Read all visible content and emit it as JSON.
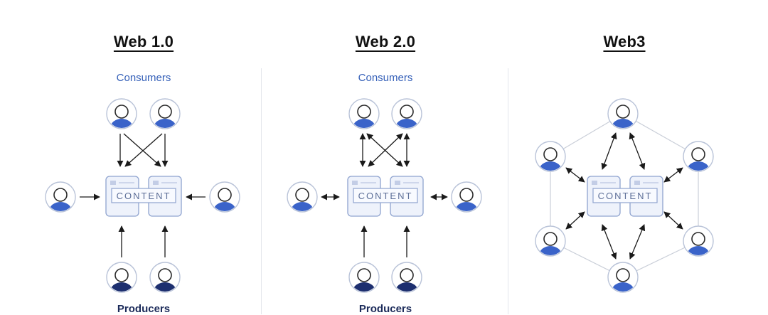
{
  "panels": [
    {
      "title": "Web 1.0",
      "consumers_label": "Consumers",
      "producers_label": "Producers",
      "content_label": "CONTENT"
    },
    {
      "title": "Web 2.0",
      "consumers_label": "Consumers",
      "producers_label": "Producers",
      "content_label": "CONTENT"
    },
    {
      "title": "Web3",
      "content_label": "CONTENT"
    }
  ],
  "colors": {
    "consumer_blue": "#3a63c9",
    "producer_navy": "#1d2f6f",
    "consumer_label": "#3560b8",
    "content_box_fill": "#eef2fb",
    "content_box_border": "#8fa3cf",
    "arrow": "#1a1a1a"
  }
}
